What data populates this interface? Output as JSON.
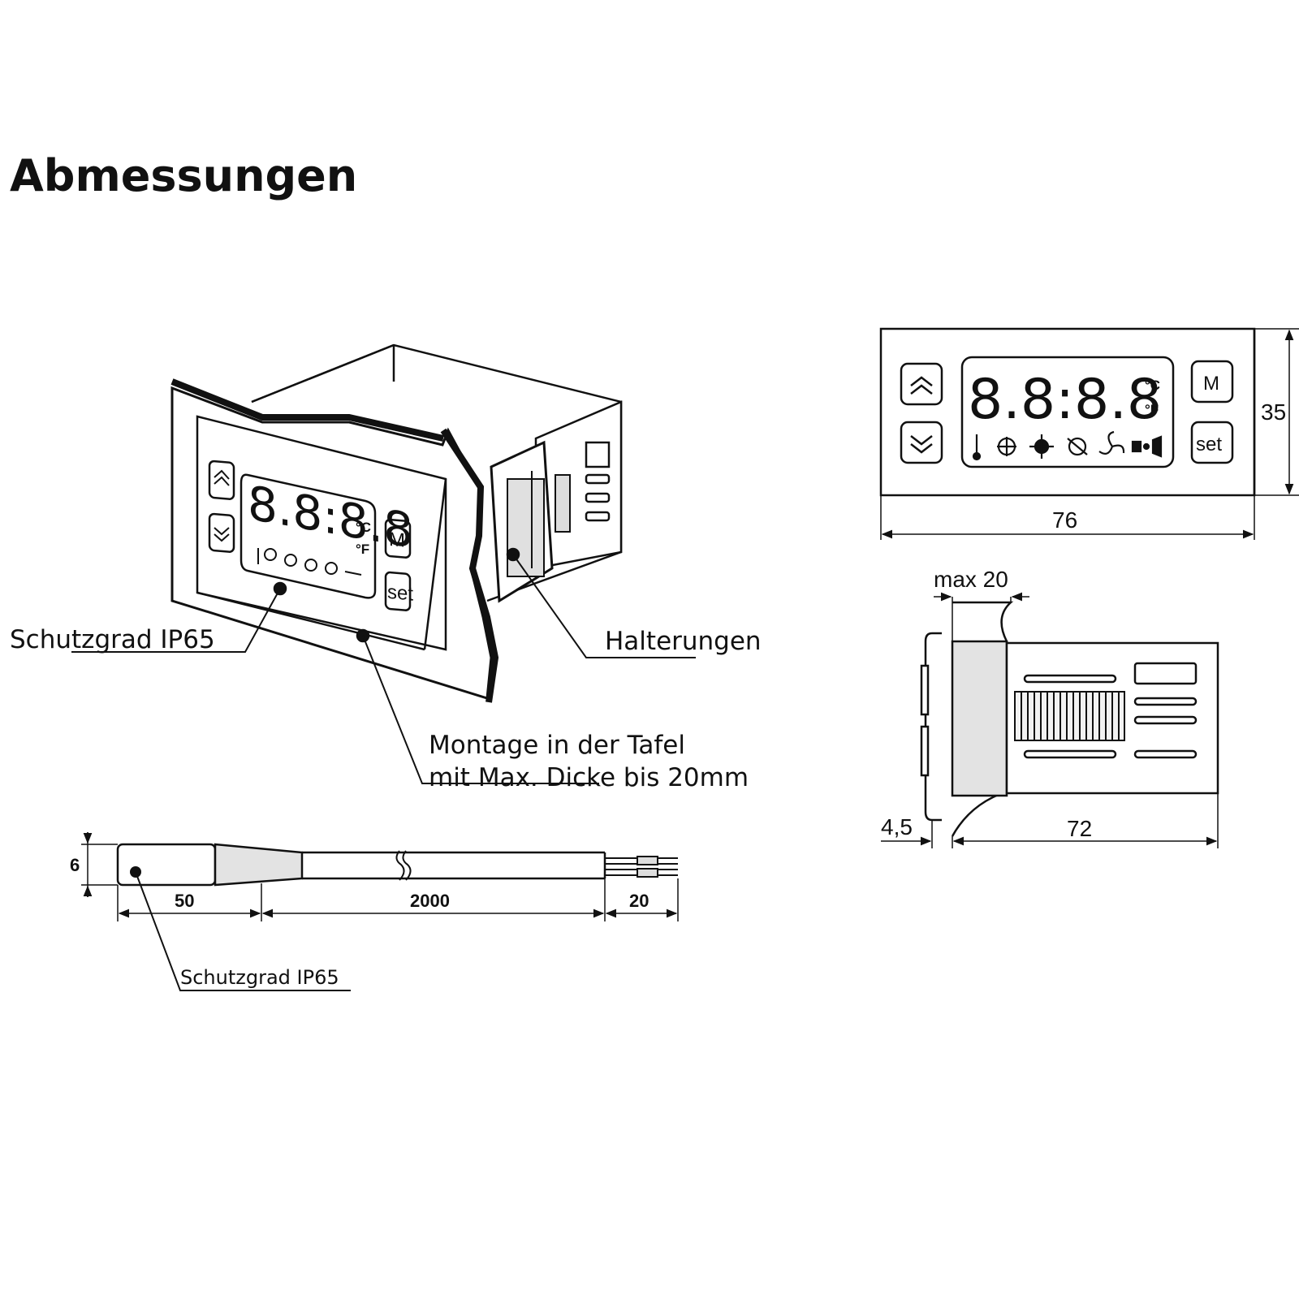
{
  "title": "Abmessungen",
  "labels": {
    "schutzgrad_controller": "Schutzgrad IP65",
    "halterungen": "Halterungen",
    "montage_line1": "Montage in der Tafel",
    "montage_line2": "mit Max. Dicke bis 20mm",
    "schutzgrad_probe": "Schutzgrad IP65"
  },
  "buttons": {
    "mode": "M",
    "set": "set"
  },
  "units": {
    "celsius": "°C",
    "fahrenheit": "°F"
  },
  "display_digits": "8.8:8.8",
  "front_view": {
    "width": "76",
    "height": "35"
  },
  "side_view": {
    "max_thickness": "max 20",
    "front_depth": "4,5",
    "body_depth": "72"
  },
  "probe": {
    "diameter": "6",
    "tip_length": "50",
    "cable_length": "2000",
    "lead_length": "20"
  }
}
